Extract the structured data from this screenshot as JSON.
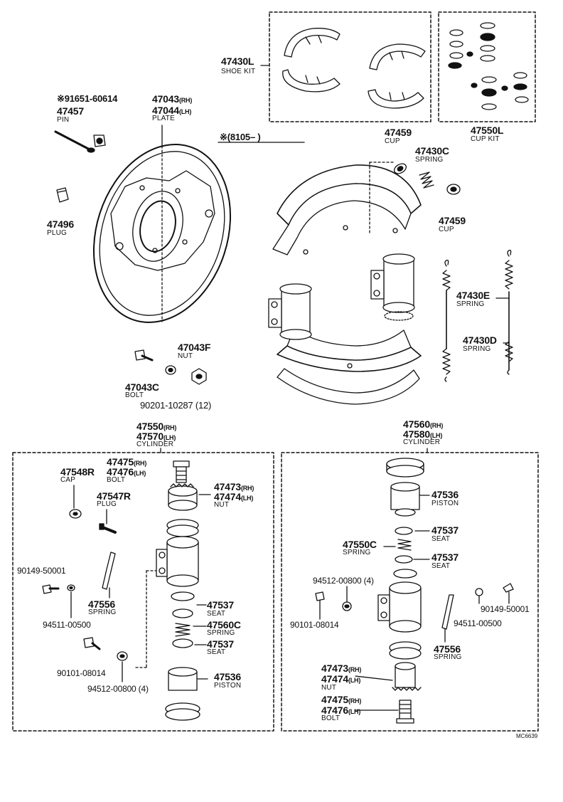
{
  "kit_boxes": {
    "shoe_kit": {
      "part": "47430L",
      "name": "SHOE KIT"
    },
    "cup_kit": {
      "part": "47550L",
      "name": "CUP KIT"
    }
  },
  "top_parts": {
    "pin": {
      "star_part": "※91651-60614",
      "part": "47457",
      "name": "PIN"
    },
    "plug": {
      "part": "47496",
      "name": "PLUG"
    },
    "plate": {
      "part_rh": "47043",
      "suffix_rh": "(RH)",
      "part_lh": "47044",
      "suffix_lh": "(LH)",
      "name": "PLATE"
    },
    "serial_note": "※(8105–      )",
    "cup_top": {
      "part": "47459",
      "name": "CUP"
    },
    "spring_c": {
      "part": "47430C",
      "name": "SPRING"
    },
    "cup_bottom": {
      "part": "47459",
      "name": "CUP"
    },
    "spring_e": {
      "part": "47430E",
      "name": "SPRING"
    },
    "spring_d": {
      "part": "47430D",
      "name": "SPRING"
    },
    "nut_f": {
      "part": "47043F",
      "name": "NUT"
    },
    "bolt_c": {
      "part": "47043C",
      "name": "BOLT"
    },
    "washer_note": "90201-10287 (12)"
  },
  "left_cylinder": {
    "header_line1": "47550",
    "header_suffix1": "(RH)",
    "header_line2": "47570",
    "header_suffix2": "(LH)",
    "header_name": "CYLINDER",
    "cap": {
      "part": "47548R",
      "name": "CAP"
    },
    "bolt": {
      "part_rh": "47475",
      "suffix_rh": "(RH)",
      "part_lh": "47476",
      "suffix_lh": "(LH)",
      "name": "BOLT"
    },
    "nut": {
      "part_rh": "47473",
      "suffix_rh": "(RH)",
      "part_lh": "47474",
      "suffix_lh": "(LH)",
      "name": "NUT"
    },
    "plug": {
      "part": "47547R",
      "name": "PLUG"
    },
    "screw_a": "90149-50001",
    "spring_arm": {
      "part": "47556",
      "name": "SPRING"
    },
    "washer_a": "94511-00500",
    "seat_top": {
      "part": "47537",
      "name": "SEAT"
    },
    "spring": {
      "part": "47560C",
      "name": "SPRING"
    },
    "seat_bottom": {
      "part": "47537",
      "name": "SEAT"
    },
    "bolt_b": "90101-08014",
    "washer_b": "94512-00800 (4)",
    "piston": {
      "part": "47536",
      "name": "PISTON"
    }
  },
  "right_cylinder": {
    "header_line1": "47560",
    "header_suffix1": "(RH)",
    "header_line2": "47580",
    "header_suffix2": "(LH)",
    "header_name": "CYLINDER",
    "piston": {
      "part": "47536",
      "name": "PISTON"
    },
    "seat_top": {
      "part": "47537",
      "name": "SEAT"
    },
    "spring": {
      "part": "47550C",
      "name": "SPRING"
    },
    "seat_bottom": {
      "part": "47537",
      "name": "SEAT"
    },
    "washer_b": "94512-00800 (4)",
    "screw_a": "90149-50001",
    "bolt_b": "90101-08014",
    "washer_a": "94511-00500",
    "spring_arm": {
      "part": "47556",
      "name": "SPRING"
    },
    "nut": {
      "part_rh": "47473",
      "suffix_rh": "(RH)",
      "part_lh": "47474",
      "suffix_lh": "(LH)",
      "name": "NUT"
    },
    "bolt": {
      "part_rh": "47475",
      "suffix_rh": "(RH)",
      "part_lh": "47476",
      "suffix_lh": "(LH)",
      "name": "BOLT"
    }
  },
  "figure_code": "MC6639"
}
